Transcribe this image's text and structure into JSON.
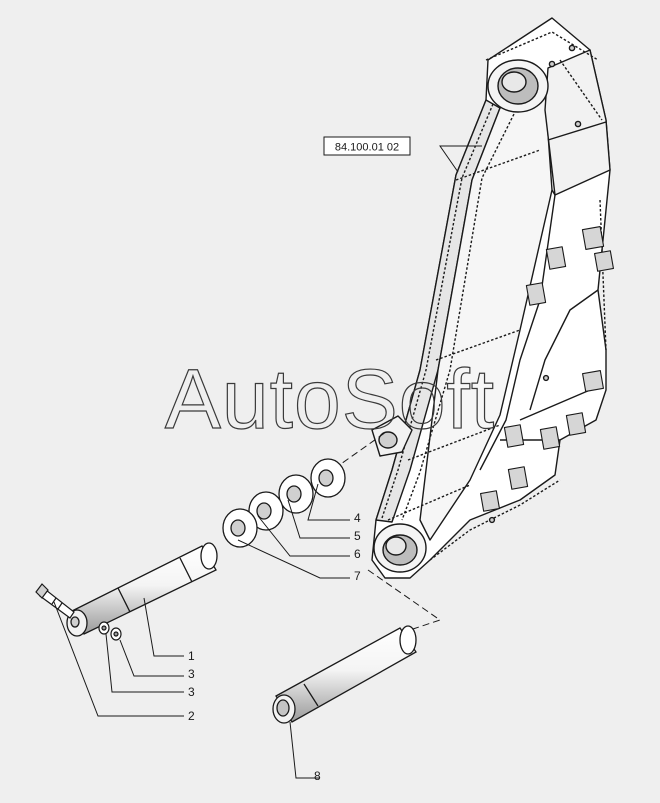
{
  "diagram": {
    "reference_label": "84.100.01 02",
    "watermark": "AutoSoft",
    "callouts": {
      "c1": "1",
      "c2": "2",
      "c3a": "3",
      "c3b": "3",
      "c4": "4",
      "c5": "5",
      "c6": "6",
      "c7": "7",
      "c8": "8"
    },
    "colors": {
      "background": "#efefef",
      "line": "#1a1a1a",
      "part_fill": "#ffffff",
      "shade": "#cfcfcf",
      "watermark_stroke": "#3a3a3a"
    }
  }
}
